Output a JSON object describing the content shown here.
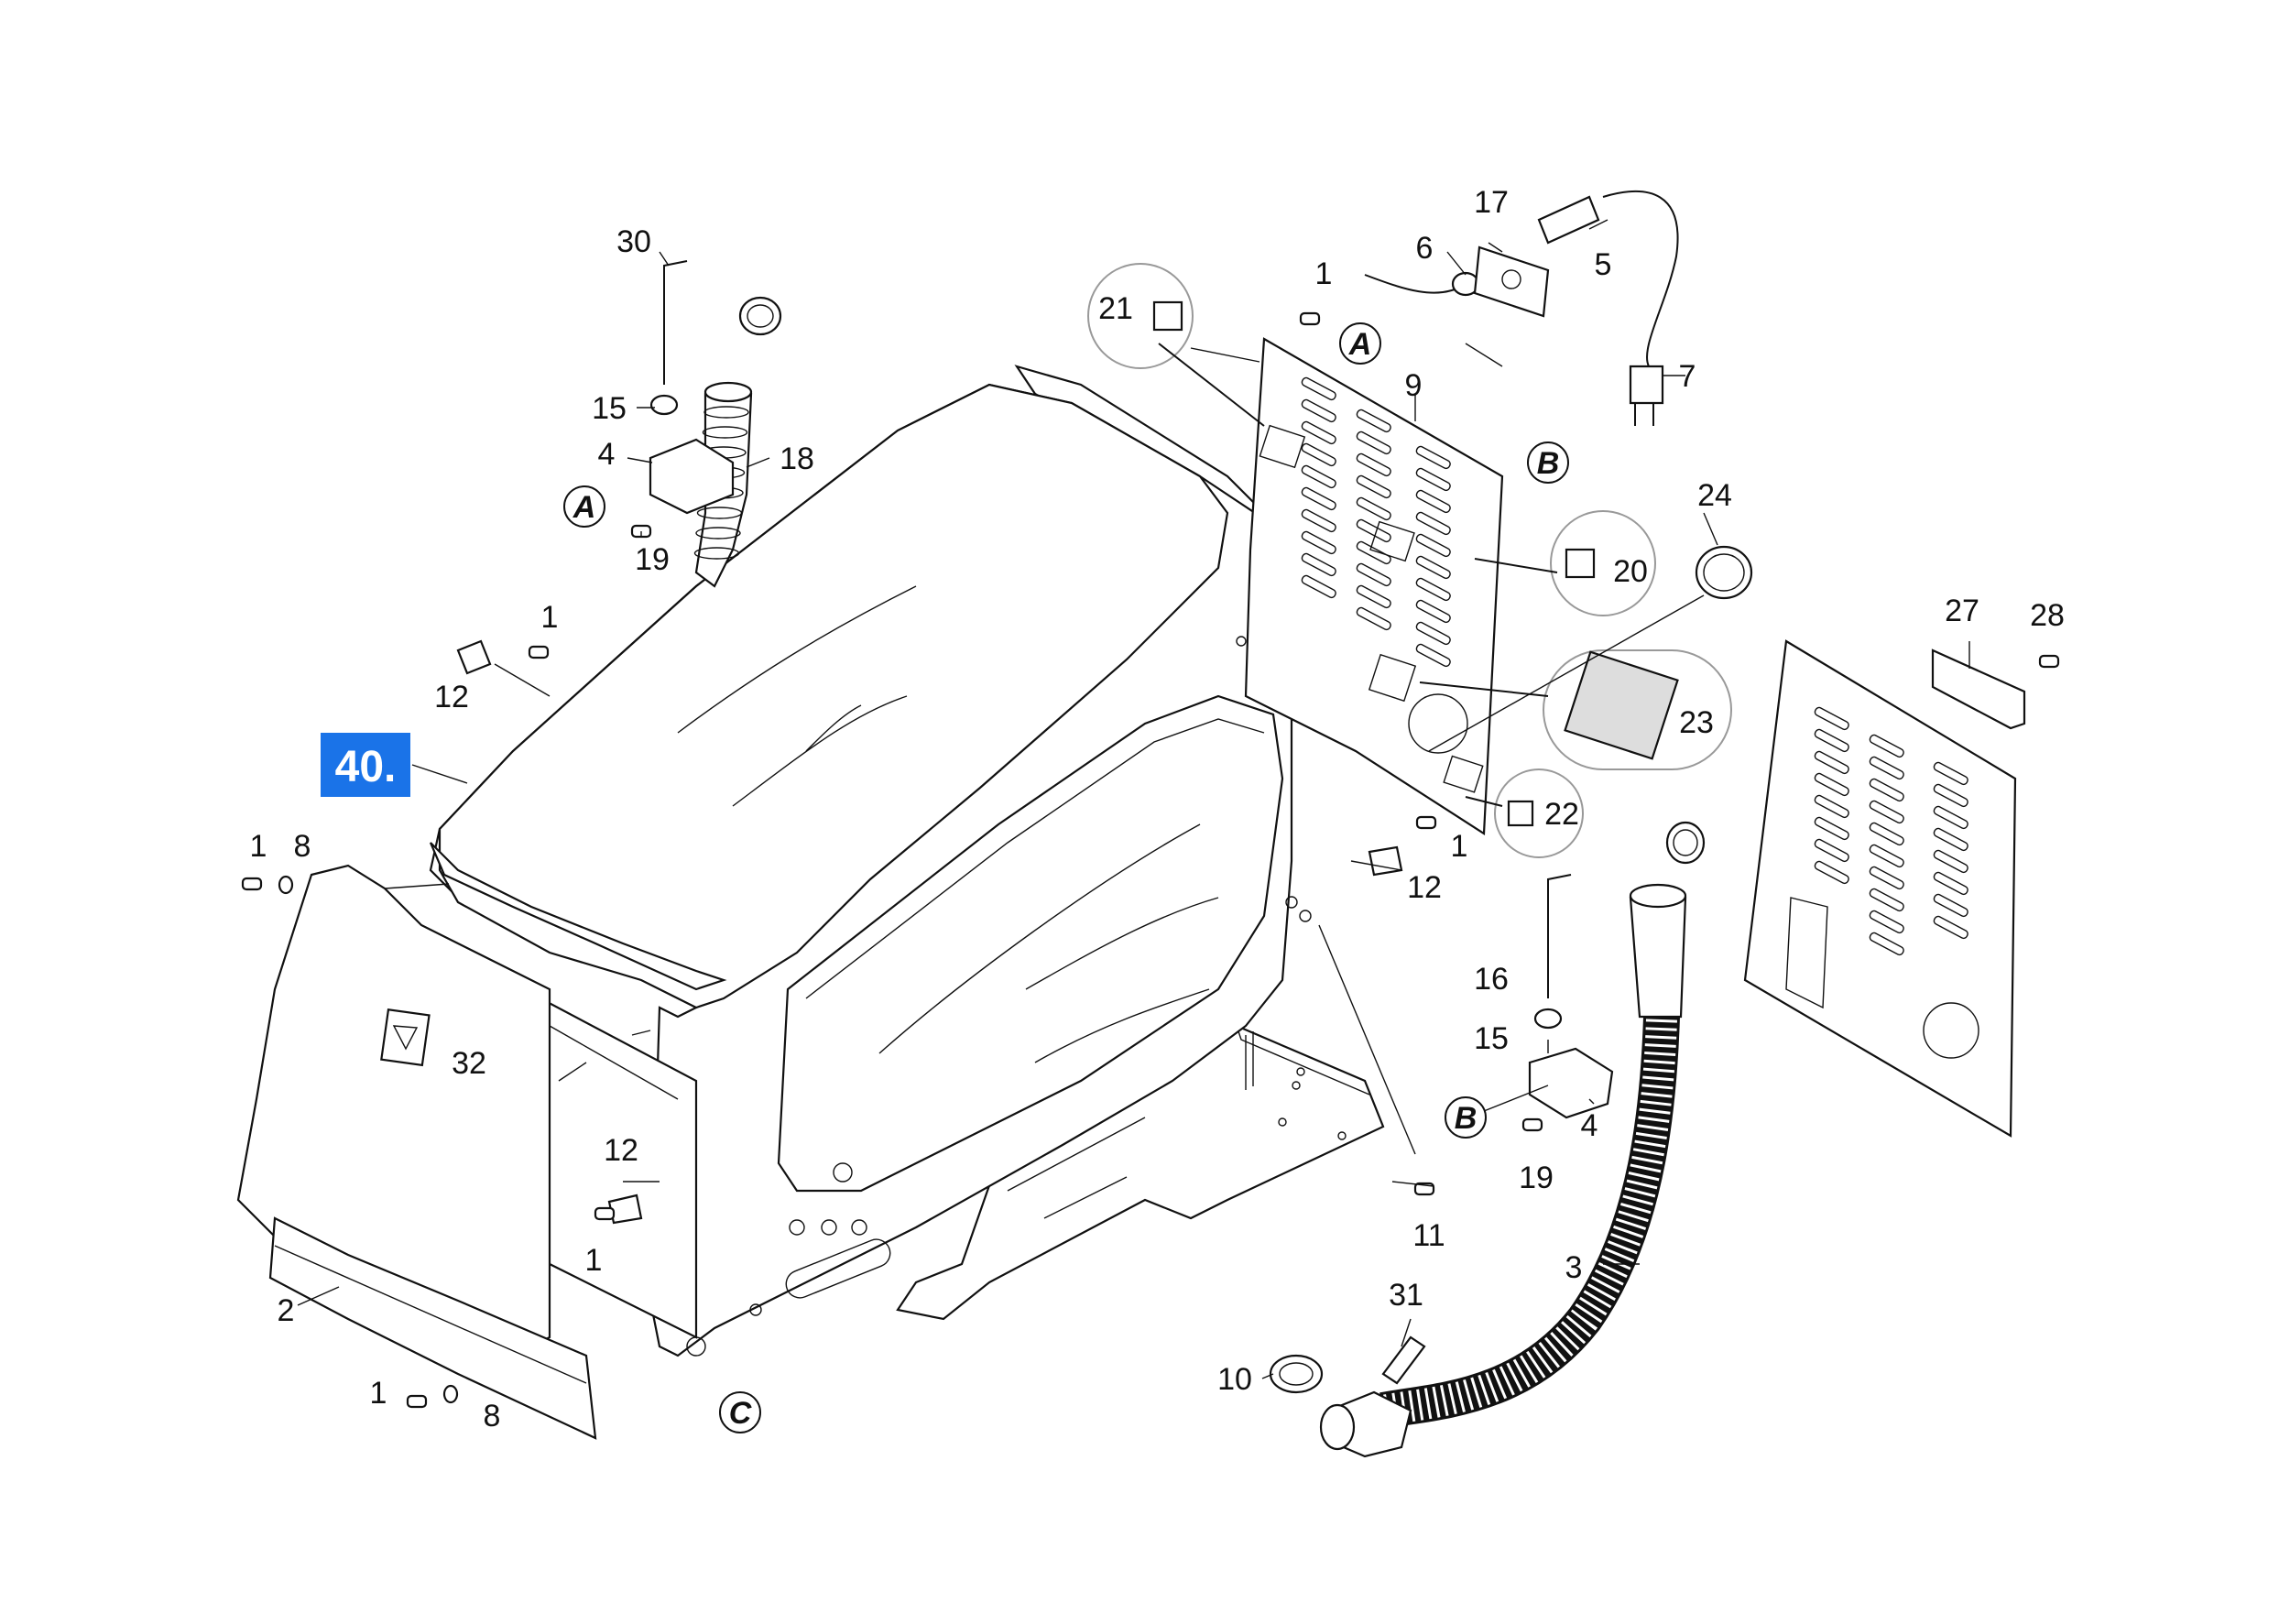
{
  "badge": {
    "label": "40.",
    "color": "#1a73e8"
  },
  "reference_markers": [
    {
      "id": "ref-a-top",
      "letter": "A"
    },
    {
      "id": "ref-a-left",
      "letter": "A"
    },
    {
      "id": "ref-b-top",
      "letter": "B"
    },
    {
      "id": "ref-b-bottom",
      "letter": "B"
    },
    {
      "id": "ref-c",
      "letter": "C"
    }
  ],
  "callouts": [
    {
      "id": "c30",
      "label": "30"
    },
    {
      "id": "c15a",
      "label": "15"
    },
    {
      "id": "c4a",
      "label": "4"
    },
    {
      "id": "c18",
      "label": "18"
    },
    {
      "id": "c19a",
      "label": "19"
    },
    {
      "id": "c1a",
      "label": "1"
    },
    {
      "id": "c12a",
      "label": "12"
    },
    {
      "id": "c1b",
      "label": "1"
    },
    {
      "id": "c8a",
      "label": "8"
    },
    {
      "id": "c32",
      "label": "32"
    },
    {
      "id": "c12b",
      "label": "12"
    },
    {
      "id": "c1c",
      "label": "1"
    },
    {
      "id": "c2",
      "label": "2"
    },
    {
      "id": "c1d",
      "label": "1"
    },
    {
      "id": "c8b",
      "label": "8"
    },
    {
      "id": "c17",
      "label": "17"
    },
    {
      "id": "c6",
      "label": "6"
    },
    {
      "id": "c5",
      "label": "5"
    },
    {
      "id": "c1e",
      "label": "1"
    },
    {
      "id": "c21",
      "label": "21"
    },
    {
      "id": "c9",
      "label": "9"
    },
    {
      "id": "c7",
      "label": "7"
    },
    {
      "id": "c24",
      "label": "24"
    },
    {
      "id": "c20",
      "label": "20"
    },
    {
      "id": "c23",
      "label": "23"
    },
    {
      "id": "c22",
      "label": "22"
    },
    {
      "id": "c27",
      "label": "27"
    },
    {
      "id": "c28",
      "label": "28"
    },
    {
      "id": "c1f",
      "label": "1"
    },
    {
      "id": "c12c",
      "label": "12"
    },
    {
      "id": "c16",
      "label": "16"
    },
    {
      "id": "c15b",
      "label": "15"
    },
    {
      "id": "c4b",
      "label": "4"
    },
    {
      "id": "c19b",
      "label": "19"
    },
    {
      "id": "c11",
      "label": "11"
    },
    {
      "id": "c3",
      "label": "3"
    },
    {
      "id": "c31",
      "label": "31"
    },
    {
      "id": "c10",
      "label": "10"
    }
  ]
}
